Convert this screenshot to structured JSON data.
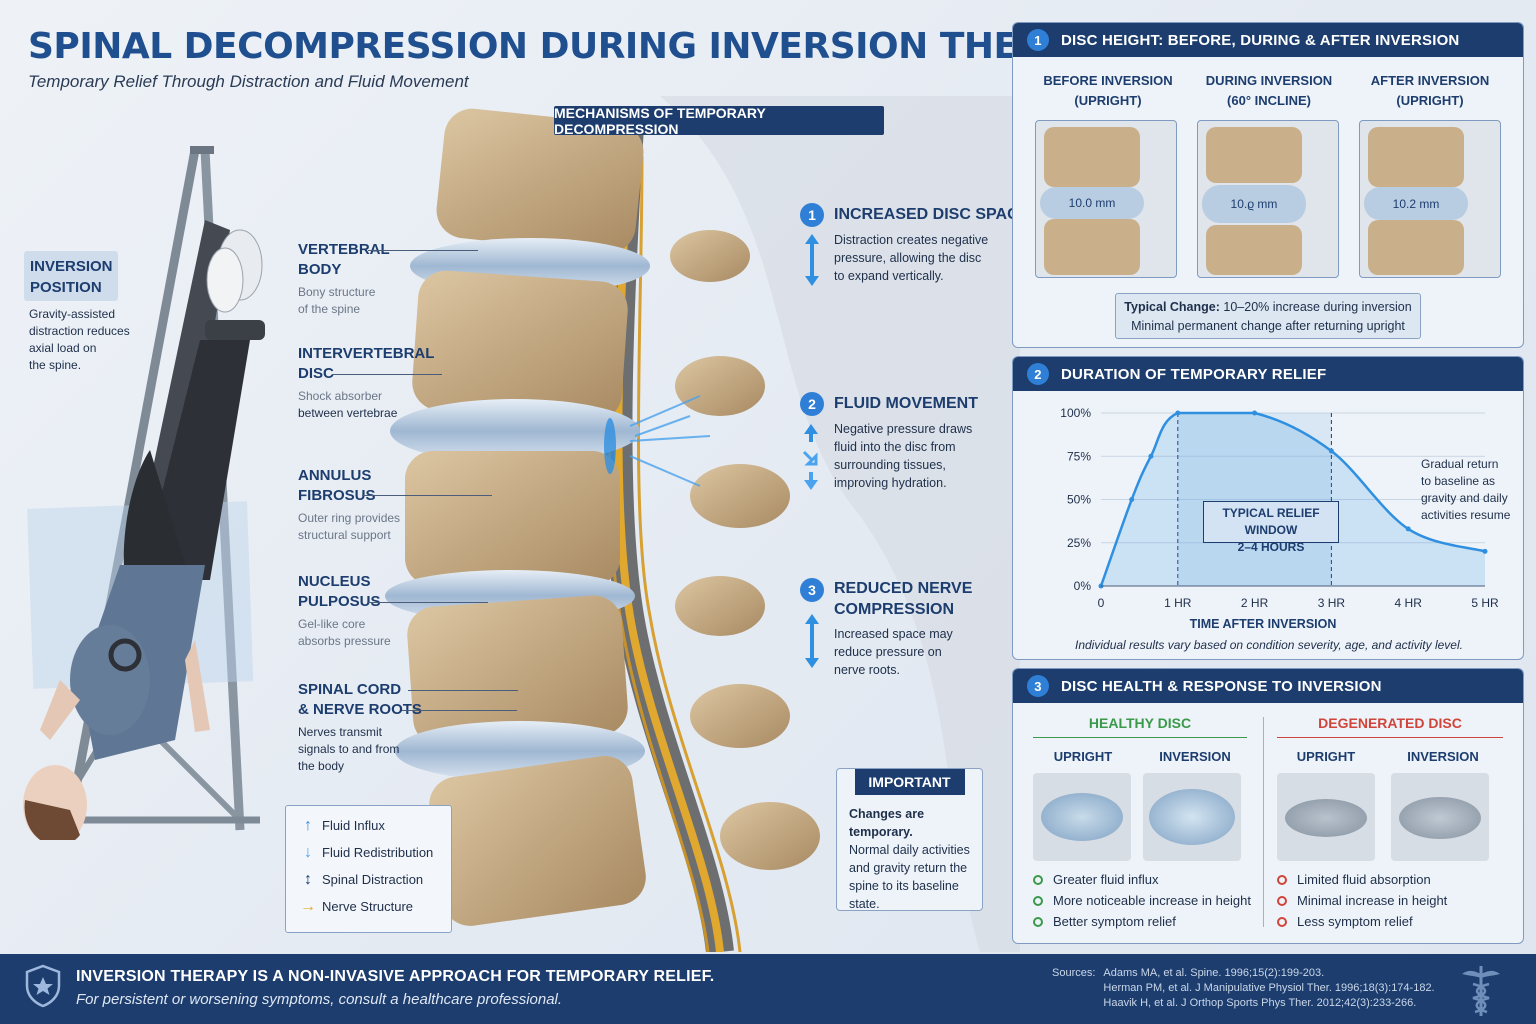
{
  "header": {
    "title": "SPINAL DECOMPRESSION DURING INVERSION THERAPY",
    "subtitle": "Temporary Relief Through Distraction and Fluid Movement"
  },
  "inversion_position": {
    "title_line1": "INVERSION",
    "title_line2": "POSITION",
    "desc_lines": [
      "Gravity-assisted",
      "distraction reduces",
      "axial load on",
      "the spine."
    ]
  },
  "anatomy": {
    "vertebral_body": {
      "title_line1": "VERTEBRAL",
      "title_line2": "BODY",
      "desc_line1": "Bony structure",
      "desc_line2": "of the spine"
    },
    "intervertebral_disc": {
      "title_line1": "INTERVERTEBRAL",
      "title_line2": "DISC",
      "desc_line1": "Shock absorber",
      "desc_line2": "between vertebrae"
    },
    "annulus": {
      "title_line1": "ANNULUS",
      "title_line2": "FIBROSUS",
      "desc_line1": "Outer ring provides",
      "desc_line2": "structural support"
    },
    "nucleus": {
      "title_line1": "NUCLEUS",
      "title_line2": "PULPOSUS",
      "desc_line1": "Gel-like core",
      "desc_line2": "absorbs pressure"
    },
    "spinal_cord": {
      "title_line1": "SPINAL CORD",
      "title_line2": "& NERVE ROOTS",
      "desc_lines": [
        "Nerves transmit",
        "signals to and from",
        "the body"
      ]
    }
  },
  "legend": [
    {
      "symbol": "↑",
      "label": "Fluid Influx",
      "color": "#2f8fe0"
    },
    {
      "symbol": "↓",
      "label": "Fluid Redistribution",
      "color": "#4aa3ee"
    },
    {
      "symbol": "↕",
      "label": "Spinal Distraction",
      "color": "#1c3d6e"
    },
    {
      "symbol": "→",
      "label": "Nerve Structure",
      "color": "#e0a82e"
    }
  ],
  "mechanisms": {
    "heading": "MECHANISMS OF TEMPORARY DECOMPRESSION",
    "items": [
      {
        "num": "1",
        "title_line1": "INCREASED DISC SPACE",
        "title_line2": "",
        "desc_lines": [
          "Distraction creates negative",
          "pressure, allowing the disc",
          "to expand vertically."
        ]
      },
      {
        "num": "2",
        "title_line1": "FLUID MOVEMENT",
        "title_line2": "",
        "desc_lines": [
          "Negative pressure draws",
          "fluid into the disc from",
          "surrounding tissues,",
          "improving hydration."
        ]
      },
      {
        "num": "3",
        "title_line1": "REDUCED NERVE",
        "title_line2": "COMPRESSION",
        "desc_lines": [
          "Increased space may",
          "reduce pressure on",
          "nerve roots."
        ]
      }
    ]
  },
  "important": {
    "heading": "IMPORTANT",
    "bold_line": "Changes are temporary.",
    "lines": [
      "Normal daily activities",
      "and gravity return the",
      "spine to its baseline",
      "state."
    ]
  },
  "panel1": {
    "num": "1",
    "heading": "DISC HEIGHT: BEFORE, DURING & AFTER INVERSION",
    "columns": [
      {
        "line1": "BEFORE INVERSION",
        "line2": "(UPRIGHT)",
        "measure": "10.0 mm"
      },
      {
        "line1": "DURING INVERSION",
        "line2": "(60° INCLINE)",
        "measure": "10.ϱ mm"
      },
      {
        "line1": "AFTER INVERSION",
        "line2": "(UPRIGHT)",
        "measure": "10.2 mm"
      }
    ],
    "note_bold": "Typical Change:",
    "note_line1": "10–20% increase during inversion",
    "note_line2": "Minimal permanent change after returning upright"
  },
  "panel2": {
    "num": "2",
    "heading": "DURATION OF TEMPORARY RELIEF",
    "side_note": [
      "Gradual return",
      "to baseline as",
      "gravity and daily",
      "activities resume"
    ],
    "window_line1": "TYPICAL RELIEF WINDOW",
    "window_line2": "2–4 HOURS",
    "footnote": "Individual results vary based on condition severity, age, and activity level."
  },
  "chart_data": {
    "type": "area",
    "xlabel": "TIME AFTER INVERSION",
    "ylabel": "",
    "x_ticks": [
      "0",
      "1 HR",
      "2 HR",
      "3 HR",
      "4 HR",
      "5 HR"
    ],
    "y_ticks": [
      "0%",
      "25%",
      "50%",
      "75%",
      "100%"
    ],
    "xlim": [
      0,
      5
    ],
    "ylim": [
      0,
      100
    ],
    "x": [
      0,
      0.4,
      0.65,
      1.0,
      2.0,
      3.0,
      4.0,
      5.0
    ],
    "y": [
      0,
      50,
      75,
      100,
      100,
      78,
      33,
      20
    ],
    "relief_window": [
      1,
      3
    ],
    "grid": true,
    "color": "#2f8fe0"
  },
  "panel3": {
    "num": "3",
    "heading": "DISC HEALTH & RESPONSE TO INVERSION",
    "healthy": {
      "title": "HEALTHY DISC",
      "col1": "UPRIGHT",
      "col2": "INVERSION",
      "items": [
        "Greater fluid influx",
        "More noticeable increase in height",
        "Better symptom relief"
      ],
      "color": "#3a9a4a"
    },
    "degenerated": {
      "title": "DEGENERATED DISC",
      "col1": "UPRIGHT",
      "col2": "INVERSION",
      "items": [
        "Limited fluid absorption",
        "Minimal increase in height",
        "Less symptom relief"
      ],
      "color": "#d0453a"
    }
  },
  "footer": {
    "line1": "INVERSION THERAPY IS A NON-INVASIVE APPROACH FOR TEMPORARY RELIEF.",
    "line2": "For persistent or worsening symptoms, consult a healthcare professional.",
    "sources_label": "Sources:",
    "sources": [
      "Adams MA, et al. Spine. 1996;15(2):199-203.",
      "Herman PM, et al. J Manipulative Physiol Ther. 1996;18(3):174-182.",
      "Haavik H, et al. J Orthop Sports Phys Ther. 2012;42(3):233-266."
    ]
  }
}
